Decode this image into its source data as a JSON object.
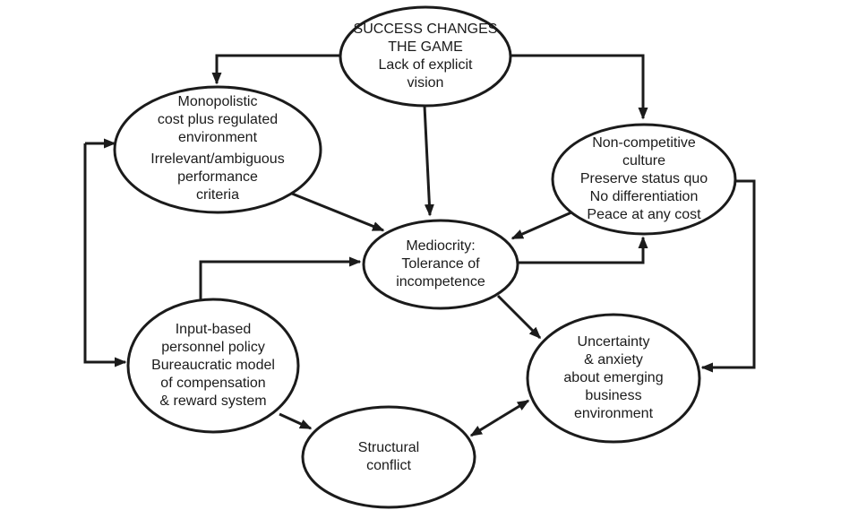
{
  "colors": {
    "ink": "#1b1b1b",
    "background": "#ffffff"
  },
  "nodes": {
    "success": {
      "lines": [
        "SUCCESS CHANGES",
        "THE GAME",
        "Lack of explicit",
        "vision"
      ]
    },
    "monopolistic": {
      "lines": [
        "Monopolistic",
        "cost plus regulated",
        "environment",
        "Irrelevant/ambiguous",
        "performance",
        "criteria"
      ]
    },
    "noncompetitive": {
      "lines": [
        "Non-competitive",
        "culture",
        "Preserve status quo",
        "No differentiation",
        "Peace at any cost"
      ]
    },
    "mediocrity": {
      "lines": [
        "Mediocrity:",
        "Tolerance of",
        "incompetence"
      ]
    },
    "inputbased": {
      "lines": [
        "Input-based",
        "personnel policy",
        "Bureaucratic model",
        "of compensation",
        "& reward system"
      ]
    },
    "uncertainty": {
      "lines": [
        "Uncertainty",
        "& anxiety",
        "about emerging",
        "business",
        "environment"
      ]
    },
    "structural": {
      "lines": [
        "Structural",
        "conflict"
      ]
    }
  },
  "edges": [
    {
      "from": "success",
      "to": "monopolistic",
      "style": "elbow",
      "heads": "end"
    },
    {
      "from": "success",
      "to": "noncompetitive",
      "style": "elbow",
      "heads": "end"
    },
    {
      "from": "success",
      "to": "mediocrity",
      "style": "straight",
      "heads": "end"
    },
    {
      "from": "monopolistic",
      "to": "mediocrity",
      "style": "straight",
      "heads": "end"
    },
    {
      "from": "noncompetitive",
      "to": "mediocrity",
      "style": "straight",
      "heads": "end"
    },
    {
      "from": "mediocrity",
      "to": "noncompetitive",
      "style": "elbow",
      "heads": "end"
    },
    {
      "from": "noncompetitive",
      "to": "uncertainty",
      "style": "elbow",
      "heads": "end"
    },
    {
      "from": "mediocrity",
      "to": "uncertainty",
      "style": "straight",
      "heads": "end"
    },
    {
      "from": "inputbased",
      "to": "mediocrity",
      "style": "elbow",
      "heads": "end"
    },
    {
      "from": "monopolistic",
      "to": "inputbased",
      "style": "elbow",
      "heads": "both"
    },
    {
      "from": "inputbased",
      "to": "structural",
      "style": "straight",
      "heads": "end"
    },
    {
      "from": "structural",
      "to": "uncertainty",
      "style": "straight",
      "heads": "both"
    }
  ]
}
